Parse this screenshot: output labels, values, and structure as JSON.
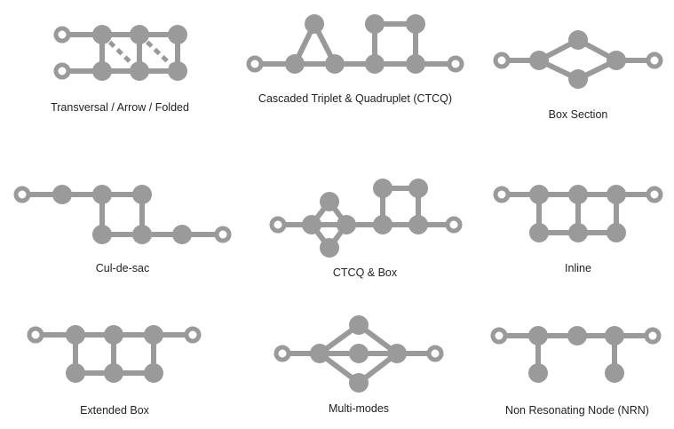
{
  "colors": {
    "graph": "#9a9a9a",
    "text": "#222222",
    "background": "#ffffff"
  },
  "diagrams": [
    {
      "id": "transversal",
      "label": "Transversal / Arrow / Folded"
    },
    {
      "id": "ctcq",
      "label": "Cascaded Triplet & Quadruplet (CTCQ)"
    },
    {
      "id": "box-section",
      "label": "Box Section"
    },
    {
      "id": "cul-de-sac",
      "label": "Cul-de-sac"
    },
    {
      "id": "ctcq-box",
      "label": "CTCQ & Box"
    },
    {
      "id": "inline",
      "label": "Inline"
    },
    {
      "id": "extended-box",
      "label": "Extended Box"
    },
    {
      "id": "multi-modes",
      "label": "Multi-modes"
    },
    {
      "id": "nrn",
      "label": "Non Resonating Node (NRN)"
    }
  ]
}
